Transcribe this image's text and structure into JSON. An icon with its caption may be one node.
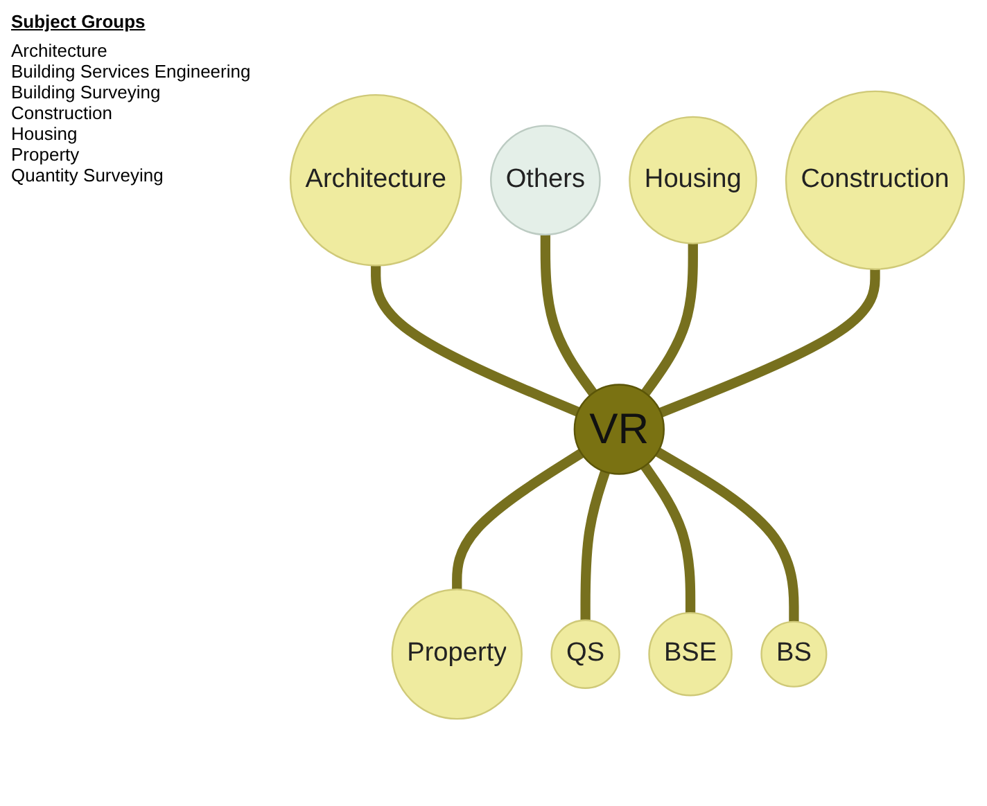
{
  "diagram": {
    "nodes": [
      {
        "text": [
          "Architecture"
        ]
      },
      {
        "text": [
          "Others"
        ]
      },
      {
        "text": [
          "Housing"
        ]
      },
      {
        "text": [
          "Construction"
        ]
      },
      {
        "text": [
          "VR"
        ]
      },
      {
        "text": [
          "Property"
        ]
      },
      {
        "text": [
          "QS"
        ]
      },
      {
        "text": [
          "BSE"
        ]
      },
      {
        "text": [
          "BS"
        ]
      }
    ],
    "edges": [
      {
        "from": 0,
        "to": 4,
        "arrow": "none"
      },
      {
        "from": 1,
        "to": 4,
        "arrow": "none"
      },
      {
        "from": 2,
        "to": 4,
        "arrow": "none"
      },
      {
        "from": 3,
        "to": 4,
        "arrow": "none"
      },
      {
        "from": 4,
        "to": 5,
        "arrow": "none"
      },
      {
        "from": 4,
        "to": 6,
        "arrow": "none"
      },
      {
        "from": 4,
        "to": 7,
        "arrow": "none"
      },
      {
        "from": 4,
        "to": 8,
        "arrow": "none"
      }
    ],
    "labels": [
      "Subject Groups",
      "Architecture",
      "Building Services Engineering",
      "Building Surveying",
      "Construction",
      "Housing",
      "Property",
      "Quantity Surveying"
    ]
  }
}
